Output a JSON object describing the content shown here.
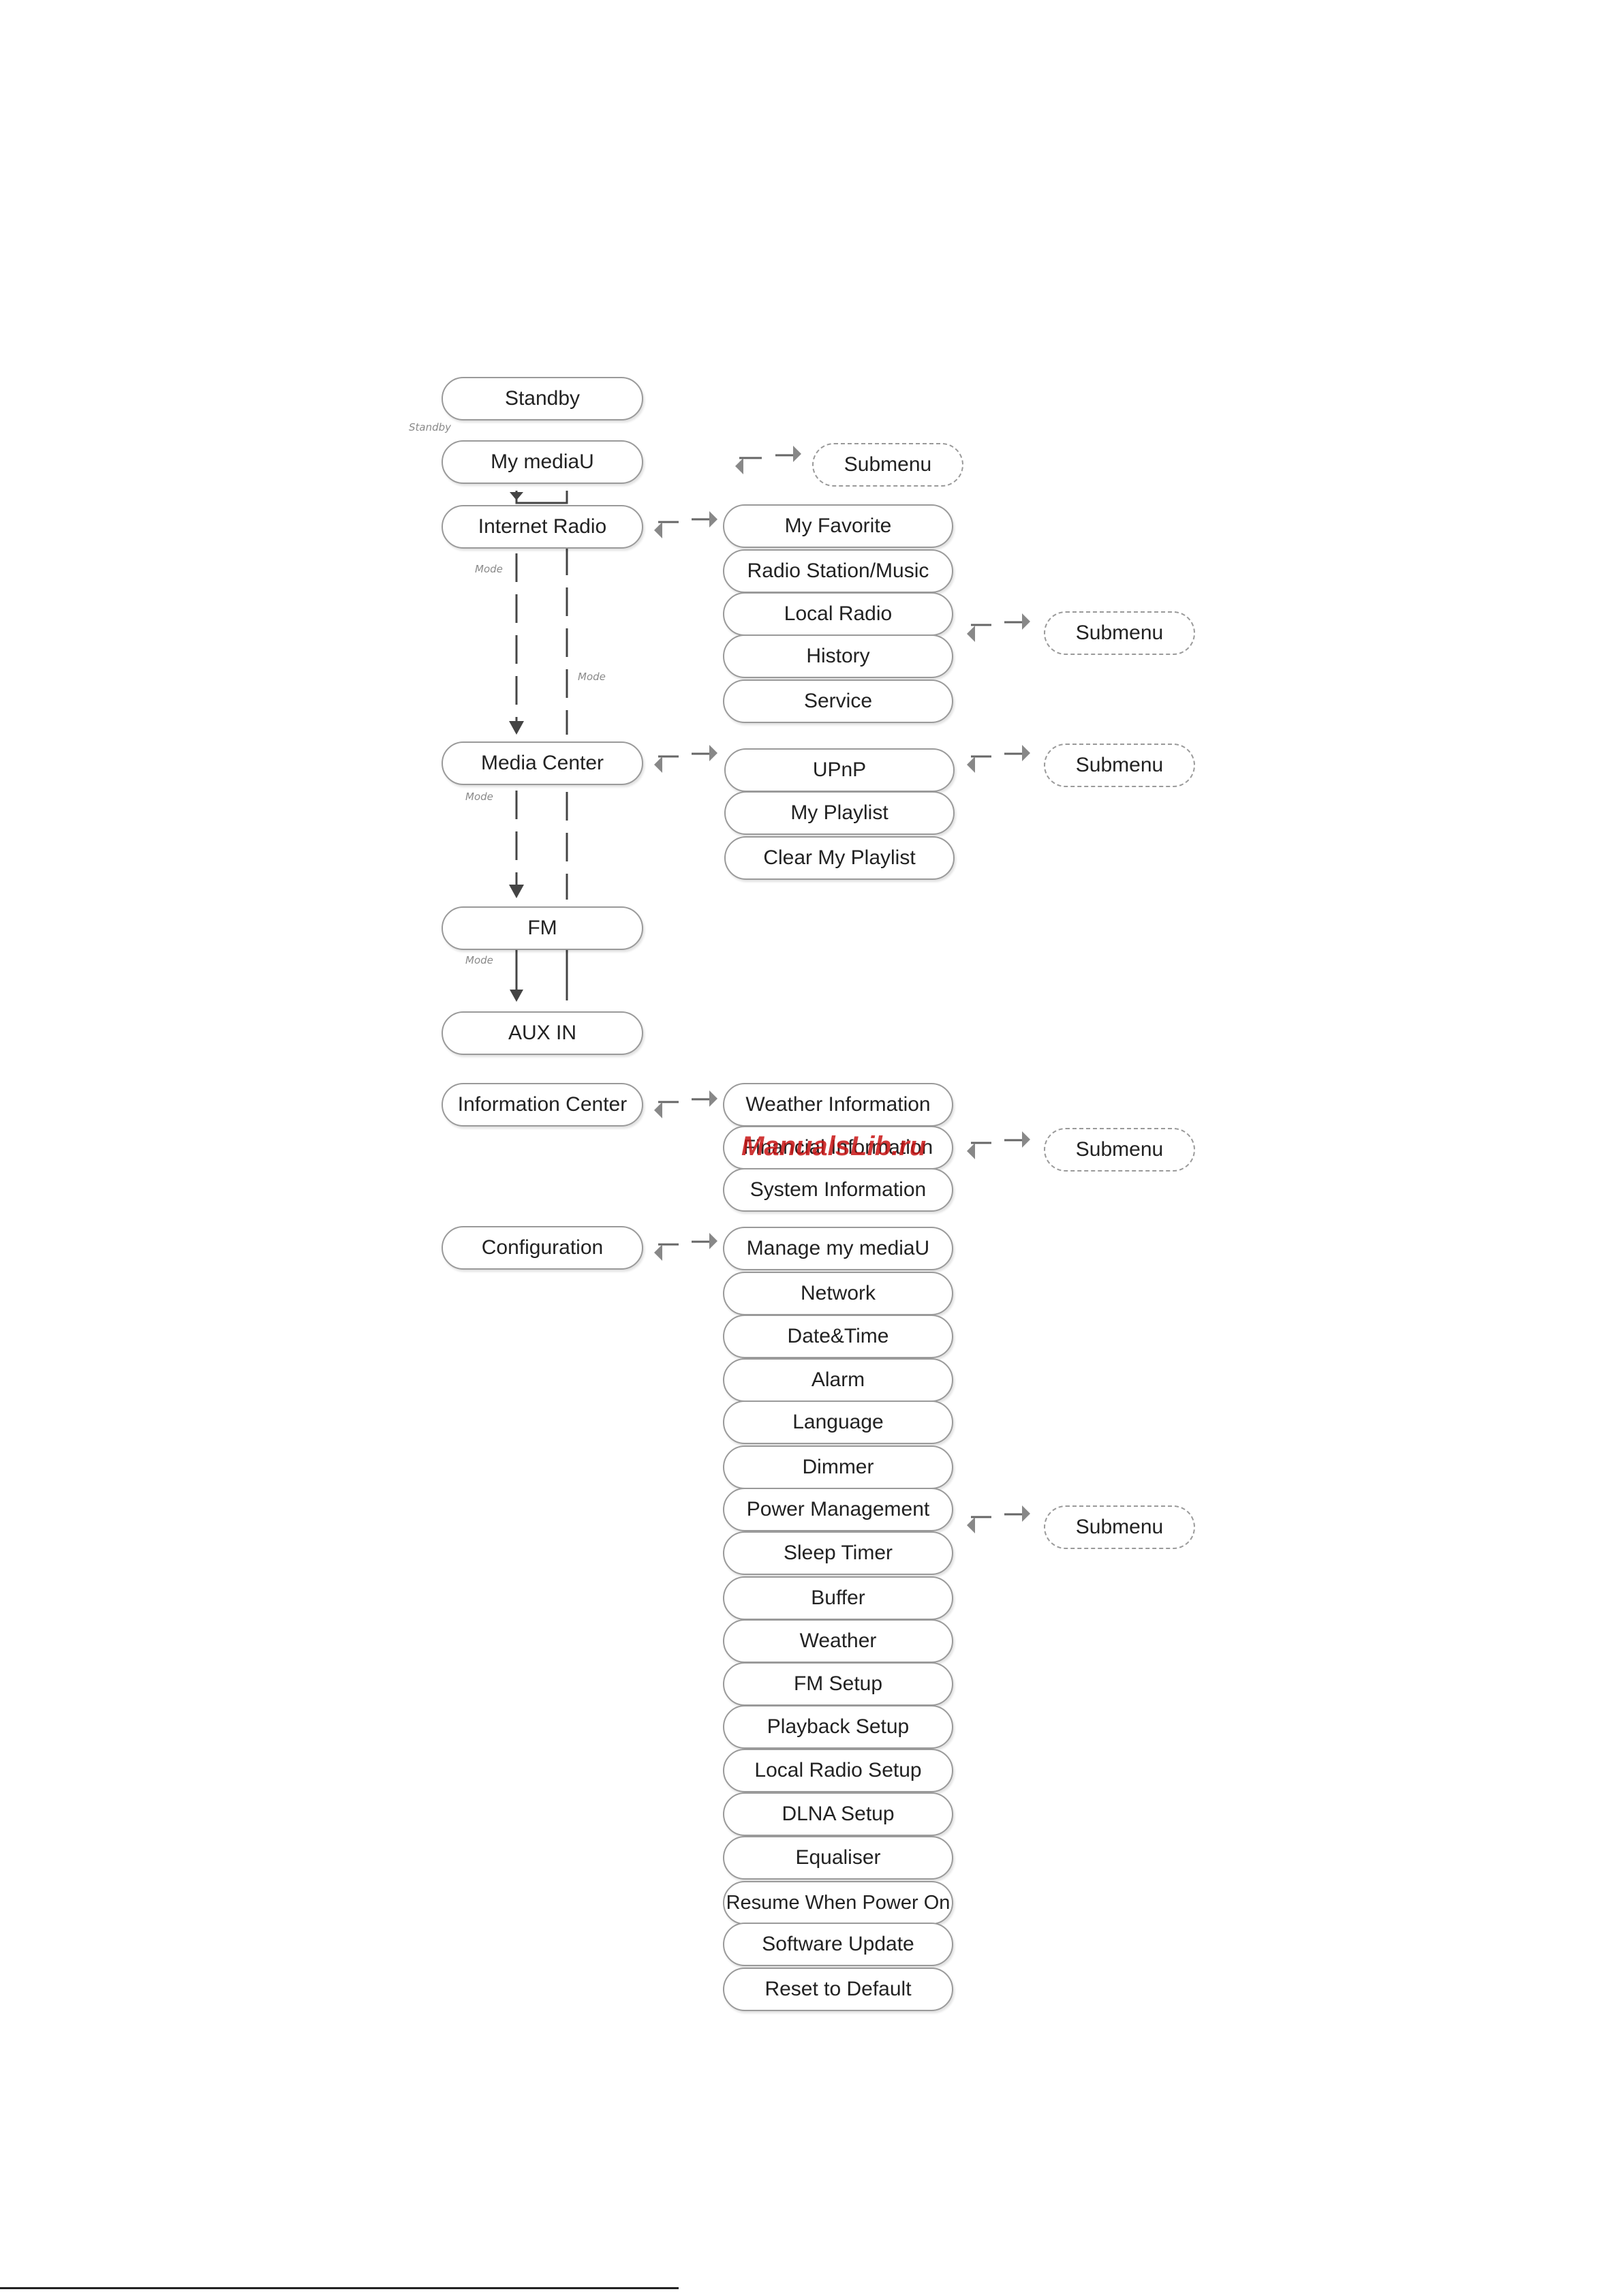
{
  "main": {
    "standby": "Standby",
    "my_mediau": "My mediaU",
    "internet_radio": "Internet Radio",
    "media_center": "Media Center",
    "fm": "FM",
    "aux_in": "AUX IN",
    "information_center": "Information Center",
    "configuration": "Configuration"
  },
  "labels": {
    "standby": "Standby",
    "mode": "Mode"
  },
  "internet_radio_items": [
    "My Favorite",
    "Radio Station/Music",
    "Local Radio",
    "History",
    "Service"
  ],
  "media_center_items": [
    "UPnP",
    "My Playlist",
    "Clear My Playlist"
  ],
  "information_items": [
    "Weather Information",
    "Financial Information",
    "System Information"
  ],
  "configuration_items": [
    "Manage my mediaU",
    "Network",
    "Date&Time",
    "Alarm",
    "Language",
    "Dimmer",
    "Power Management",
    "Sleep Timer",
    "Buffer",
    "Weather",
    "FM Setup",
    "Playback Setup",
    "Local Radio Setup",
    "DLNA Setup",
    "Equaliser",
    "Resume When Power On",
    "Software Update",
    "Reset to Default"
  ],
  "submenu": "Submenu",
  "watermark": "ManualsLib.ru",
  "colors": {
    "line": "#444444",
    "border": "#9a9a9a",
    "watermark": "#c81414"
  }
}
